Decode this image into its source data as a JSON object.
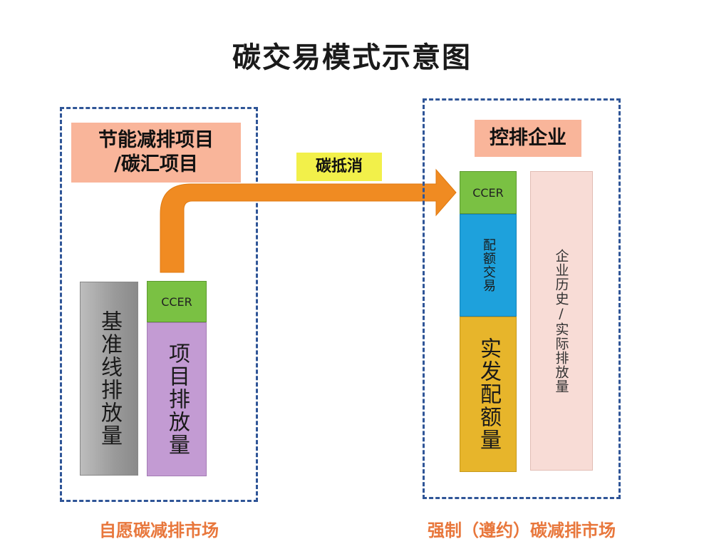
{
  "title": "碳交易模式示意图",
  "left_market": {
    "project_label": "节能减排项目\n/碳汇项目",
    "project_label_line1": "节能减排项目",
    "project_label_line2": "/碳汇项目",
    "baseline_bar": "基准线排放量",
    "ccer_block": "CCER",
    "project_emission_bar": "项目排放量",
    "market_name": "自愿碳减排市场"
  },
  "arrow_label": "碳抵消",
  "right_market": {
    "enterprise_label": "控排企业",
    "ccer_block": "CCER",
    "quota_trade_bar": "配额交易",
    "allocation_bar": "实发配额量",
    "history_bar": "企业历史/实际排放量",
    "market_name": "强制（遵约）碳减排市场"
  },
  "colors": {
    "dash_border": "#2f5597",
    "label_salmon": "#f9b59a",
    "arrow_label_yellow": "#f2f04a",
    "arrow_orange": "#f08b22",
    "gray_bar": "#a6a6a6",
    "green_block": "#7ac143",
    "purple_bar": "#c39bd3",
    "blue_bar": "#1ea1dc",
    "gold_bar": "#e7b52b",
    "pink_bar": "#f8dcd6",
    "market_text": "#e8773c"
  }
}
